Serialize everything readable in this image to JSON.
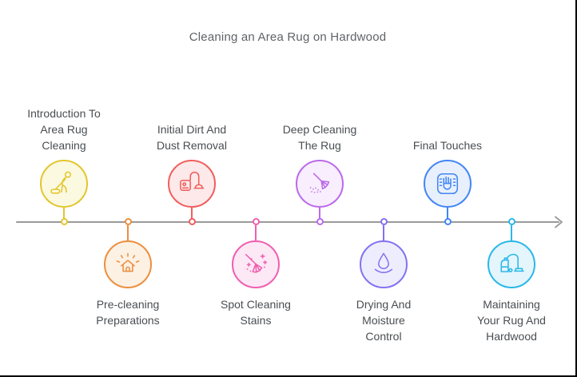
{
  "title": "Cleaning an Area Rug on Hardwood",
  "colors": {
    "background": "#ffffff",
    "frame_border": "#000000",
    "title_text": "#5f6368",
    "label_text": "#4a4e52",
    "timeline": "#9a9a9a"
  },
  "timeline": {
    "direction": "left-to-right",
    "arrow": "right",
    "step_count": 8
  },
  "steps": [
    {
      "index": 1,
      "position": "top",
      "label": "Introduction To Area Rug Cleaning",
      "lines": [
        "Introduction To",
        "Area Rug",
        "Cleaning"
      ],
      "icon": "person-vacuuming-icon",
      "color": "#e3c62f",
      "fill": "#fcf9e1"
    },
    {
      "index": 2,
      "position": "bottom",
      "label": "Pre-cleaning Preparations",
      "lines": [
        "Pre-cleaning",
        "Preparations"
      ],
      "icon": "sparkling-house-icon",
      "color": "#ec8f3f",
      "fill": "#fdf1e4"
    },
    {
      "index": 3,
      "position": "top",
      "label": "Initial Dirt And Dust Removal",
      "lines": [
        "Initial Dirt And",
        "Dust Removal"
      ],
      "icon": "vacuum-cleaner-icon",
      "color": "#f15e5e",
      "fill": "#fde9e9"
    },
    {
      "index": 4,
      "position": "bottom",
      "label": "Spot Cleaning Stains",
      "lines": [
        "Spot Cleaning",
        "Stains"
      ],
      "icon": "broom-sparkles-icon",
      "color": "#ef5fb1",
      "fill": "#fde8f5"
    },
    {
      "index": 5,
      "position": "top",
      "label": "Deep Cleaning The Rug",
      "lines": [
        "Deep Cleaning",
        "The Rug"
      ],
      "icon": "dusting-brush-icon",
      "color": "#bc69ea",
      "fill": "#f8eefd"
    },
    {
      "index": 6,
      "position": "bottom",
      "label": "Drying And Moisture Control",
      "lines": [
        "Drying And",
        "Moisture",
        "Control"
      ],
      "icon": "water-drop-icon",
      "color": "#8272f1",
      "fill": "#eeedfd"
    },
    {
      "index": 7,
      "position": "top",
      "label": "Final Touches",
      "lines": [
        "Final Touches"
      ],
      "icon": "hand-press-icon",
      "color": "#4286f5",
      "fill": "#e8f0fd"
    },
    {
      "index": 8,
      "position": "bottom",
      "label": "Maintaining Your Rug And Hardwood",
      "lines": [
        "Maintaining",
        "Your Rug And",
        "Hardwood"
      ],
      "icon": "vacuum-maintenance-icon",
      "color": "#2ab8e8",
      "fill": "#e4f5fc"
    }
  ]
}
